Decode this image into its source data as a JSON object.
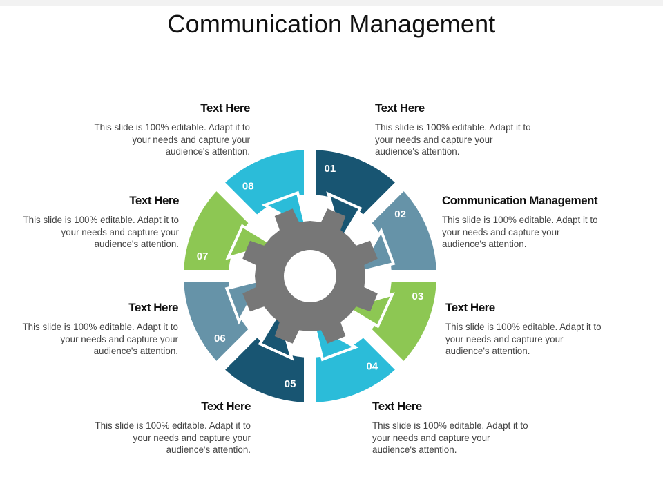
{
  "title": "Communication Management",
  "colors": {
    "dark_blue": "#185572",
    "slate_blue": "#6693a8",
    "green": "#8dc753",
    "cyan": "#2bbcd9",
    "gear": "#777777"
  },
  "segments": [
    {
      "number": "01",
      "color": "#185572"
    },
    {
      "number": "02",
      "color": "#6693a8"
    },
    {
      "number": "03",
      "color": "#8dc753"
    },
    {
      "number": "04",
      "color": "#2bbcd9"
    },
    {
      "number": "05",
      "color": "#185572"
    },
    {
      "number": "06",
      "color": "#6693a8"
    },
    {
      "number": "07",
      "color": "#8dc753"
    },
    {
      "number": "08",
      "color": "#2bbcd9"
    }
  ],
  "blocks": {
    "b01": {
      "heading": "Text Here",
      "body": "This slide is 100% editable. Adapt it to your needs and capture your audience's attention."
    },
    "b02": {
      "heading": "Communication Management",
      "body": "This slide is 100% editable. Adapt it to your needs and capture your audience's attention."
    },
    "b03": {
      "heading": "Text Here",
      "body": "This slide is 100% editable. Adapt it to your needs and capture your audience's attention."
    },
    "b04": {
      "heading": "Text Here",
      "body": "This slide is 100% editable. Adapt it to your needs and capture your audience's attention."
    },
    "b05": {
      "heading": "Text Here",
      "body": "This slide is 100% editable. Adapt it to your needs and capture your audience's attention."
    },
    "b06": {
      "heading": "Text Here",
      "body": "This slide is 100% editable. Adapt it to your needs and capture your audience's attention."
    },
    "b07": {
      "heading": "Text Here",
      "body": "This slide is 100% editable. Adapt it to your needs and capture your audience's attention."
    },
    "b08": {
      "heading": "Text Here",
      "body": "This slide is 100% editable. Adapt it to your needs and capture your audience's attention."
    }
  }
}
